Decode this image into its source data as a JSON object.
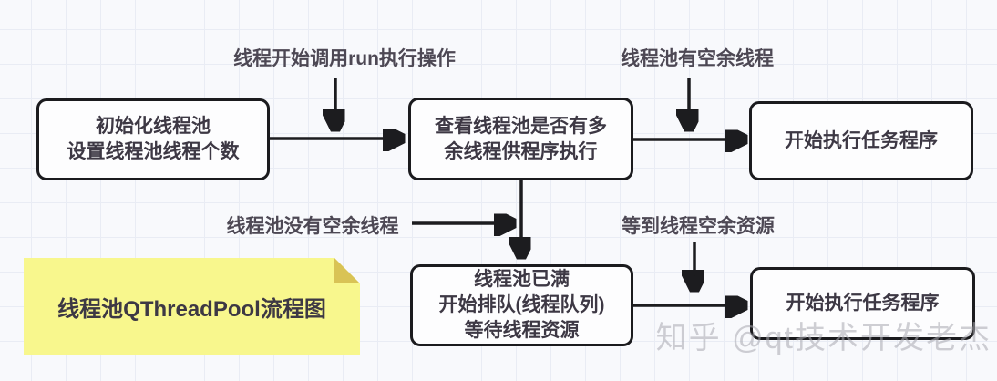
{
  "diagram": {
    "note": {
      "text": "线程池QThreadPool流程图"
    },
    "watermark": "知乎 @qt技术开发老杰",
    "nodes": [
      {
        "id": "init-pool",
        "lines": [
          "初始化线程池",
          "设置线程池线程个数"
        ]
      },
      {
        "id": "check-pool",
        "lines": [
          "查看线程池是否有多",
          "余线程供程序执行"
        ]
      },
      {
        "id": "exec-task-1",
        "lines": [
          "开始执行任务程序"
        ]
      },
      {
        "id": "queue-wait",
        "lines": [
          "线程池已满",
          "开始排队(线程队列)",
          "等待线程资源"
        ]
      },
      {
        "id": "exec-task-2",
        "lines": [
          "开始执行任务程序"
        ]
      }
    ],
    "edges": [
      {
        "from": "init-pool",
        "to": "check-pool",
        "label": "线程开始调用run执行操作"
      },
      {
        "from": "check-pool",
        "to": "exec-task-1",
        "label": "线程池有空余线程"
      },
      {
        "from": "check-pool",
        "to": "queue-wait",
        "label": "线程池没有空余线程"
      },
      {
        "from": "queue-wait",
        "to": "exec-task-2",
        "label": "等到线程空余资源"
      }
    ]
  },
  "colors": {
    "background": "#f8f9fc",
    "grid_line": "#e9ecf4",
    "node_fill": "#fdfdfe",
    "node_border": "#1b1b1e",
    "node_text": "#3d3844",
    "arrow": "#1c1c1f",
    "note_fill": "#f8f78d",
    "note_fold": "#d9c355",
    "watermark": "#a9a9b1"
  }
}
